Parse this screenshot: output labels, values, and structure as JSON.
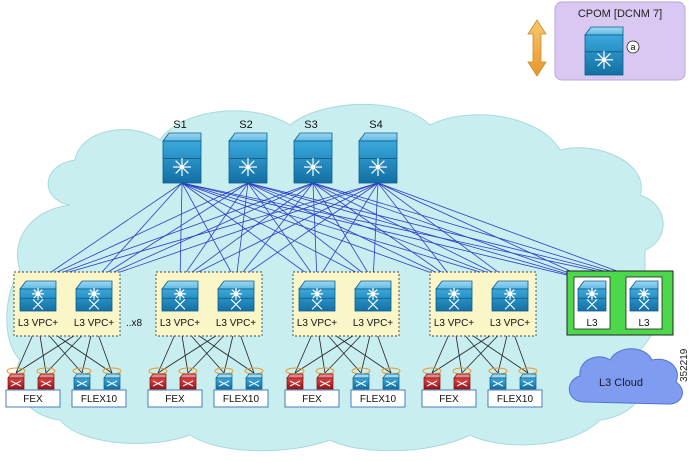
{
  "cpom": {
    "label": "CPOM [DCNM 7]",
    "badge": "a"
  },
  "spines": [
    "S1",
    "S2",
    "S3",
    "S4"
  ],
  "pods": [
    {
      "leaf_labels": [
        "L3 VPC+",
        "L3 VPC+"
      ],
      "multiplier": "..x8",
      "fex_label": "FEX",
      "flex_label": "FLEX10"
    },
    {
      "leaf_labels": [
        "L3 VPC+",
        "L3 VPC+"
      ],
      "multiplier": "",
      "fex_label": "FEX",
      "flex_label": "FLEX10"
    },
    {
      "leaf_labels": [
        "L3 VPC+",
        "L3 VPC+"
      ],
      "multiplier": "",
      "fex_label": "FEX",
      "flex_label": "FLEX10"
    },
    {
      "leaf_labels": [
        "L3 VPC+",
        "L3 VPC+"
      ],
      "multiplier": "",
      "fex_label": "FEX",
      "flex_label": "FLEX10"
    }
  ],
  "border_leaves": [
    "L3",
    "L3"
  ],
  "cloud_label": "L3 Cloud",
  "figure_id": "352219",
  "colors": {
    "background_cloud": "#c9eef0",
    "switch_blue": "#1a8fc8",
    "link_blue": "#2a3fc8",
    "link_black": "#222222",
    "pod_box_fill": "#fbf6c8",
    "border_box_fill": "#4bd94b",
    "cpom_box_fill": "#d8c8f2",
    "fex_red": "#c0282a",
    "l3_cloud_fill": "#7f9cf0",
    "arrow_orange": "#f4b24a"
  }
}
